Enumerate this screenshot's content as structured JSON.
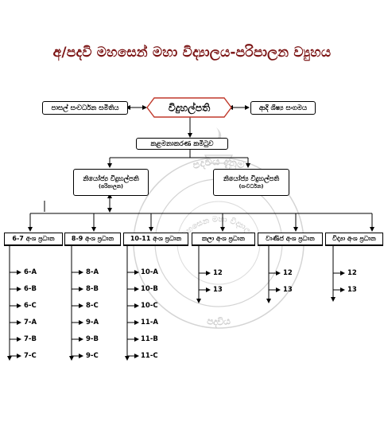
{
  "title": "අ/පදවි මහසෙන් මහා විද්‍යාලය-පරිපාලන ව්‍යුහය",
  "principal": "විදුහල්පති",
  "left_committee": "පාසල් සංවර්ධන සමිතිය",
  "right_committee": "ආදි ශිෂ්‍ය සංගමය",
  "management_committee": "කළමනාකරණ කමිටුව",
  "deputies": [
    {
      "title": "නියෝජ්‍ය විදුහල්පති",
      "sub": "(පරිපාලන)"
    },
    {
      "title": "නියෝජ්‍ය විදුහල්පති",
      "sub": "(සංවර්ධන)"
    }
  ],
  "departments": [
    {
      "label": "6-7 අංශ ප්‍රධාන",
      "classes": [
        "6-A",
        "6-B",
        "6-C",
        "7-A",
        "7-B",
        "7-C"
      ]
    },
    {
      "label": "8-9 අංශ ප්‍රධාන",
      "classes": [
        "8-A",
        "8-B",
        "8-C",
        "9-A",
        "9-B",
        "9-C"
      ]
    },
    {
      "label": "10-11 අංශ ප්‍රධාන",
      "classes": [
        "10-A",
        "10-B",
        "10-C",
        "11-A",
        "11-B",
        "11-C"
      ]
    },
    {
      "label": "කලා අංශ ප්‍රධාන",
      "classes": [
        "12",
        "13"
      ]
    },
    {
      "label": "වාණිජ අංශ ප්‍රධාන",
      "classes": [
        "12",
        "13"
      ]
    },
    {
      "label": "විද්‍යා අංශ ප්‍රධාන",
      "classes": [
        "12",
        "13"
      ]
    }
  ],
  "seal": {
    "top_text": "පදවිය දැනුම",
    "bottom_text": "පදවිය",
    "inner_text": "මහසෙන මහා විද්‍යාලය"
  },
  "colors": {
    "title": "#7a1212",
    "principal_border": "#c0392b",
    "seal": "#cfcfcf"
  }
}
